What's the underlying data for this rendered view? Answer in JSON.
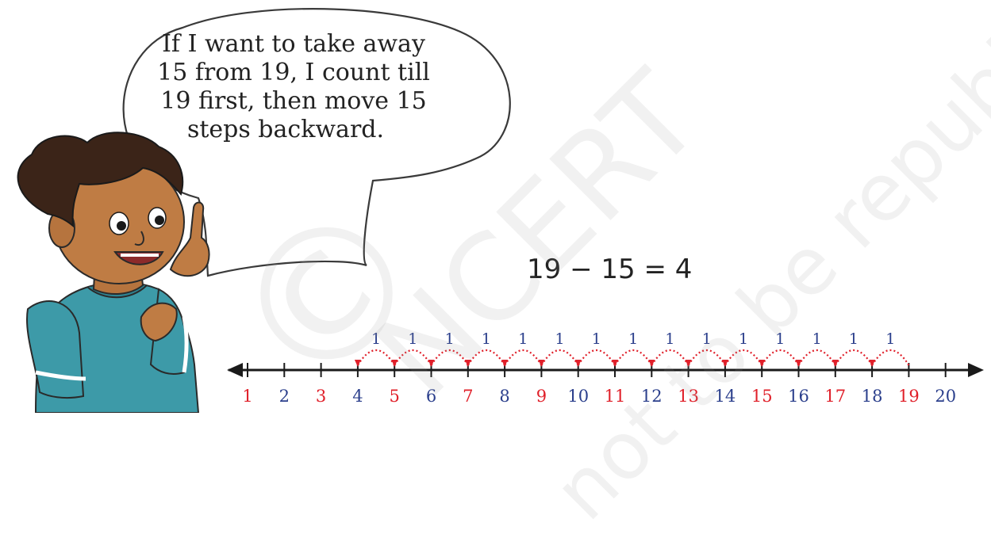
{
  "speech_bubble": {
    "lines": [
      "If I want to take away",
      "15 from 19, I count till",
      "19 first, then move 15",
      "steps backward."
    ]
  },
  "equation": "19 − 15 = 4",
  "number_line": {
    "start": 1,
    "end": 20,
    "red_numbers": [
      1,
      3,
      5,
      7,
      9,
      11,
      13,
      15,
      17,
      19
    ],
    "blue_numbers": [
      2,
      4,
      6,
      8,
      10,
      12,
      14,
      16,
      18,
      20
    ],
    "jump_from": 19,
    "jump_to": 4,
    "jump_label": "1",
    "colors": {
      "red": "#e0202a",
      "blue": "#2b3f8c",
      "jump": "#e0202a",
      "axis": "#1a1a1a"
    }
  },
  "watermark": {
    "symbol": "©",
    "lines": [
      "NCERT",
      "not to be republished"
    ]
  }
}
